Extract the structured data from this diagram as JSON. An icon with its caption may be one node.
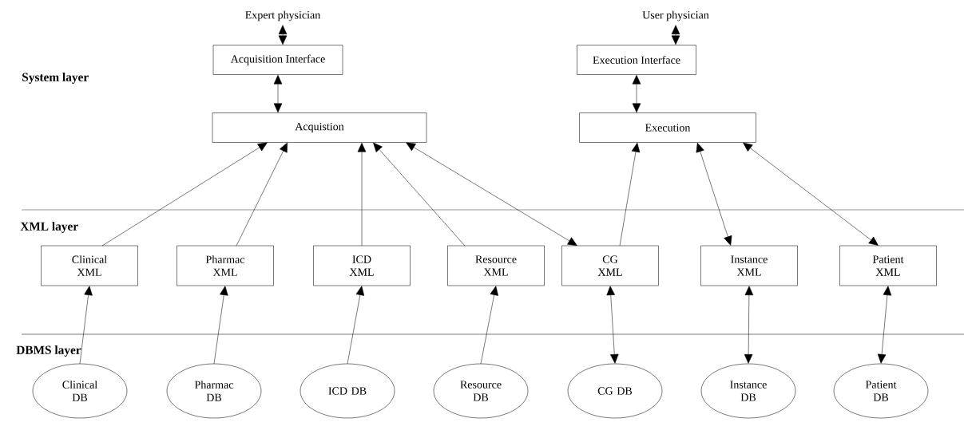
{
  "diagram": {
    "nodes": [
      {
        "text": [
          "Expert physician"
        ]
      },
      {
        "text": [
          "User physician"
        ]
      },
      {
        "text": [
          "Acquisition Interface"
        ]
      },
      {
        "text": [
          "Execution Interface"
        ]
      },
      {
        "text": [
          "Acquistion"
        ]
      },
      {
        "text": [
          "Execution"
        ]
      },
      {
        "text": [
          "Clinical XML"
        ]
      },
      {
        "text": [
          "Pharmac XML"
        ]
      },
      {
        "text": [
          "ICD XML"
        ]
      },
      {
        "text": [
          "Resource XML"
        ]
      },
      {
        "text": [
          "CG XML"
        ]
      },
      {
        "text": [
          "Instance XML"
        ]
      },
      {
        "text": [
          "Patient XML"
        ]
      },
      {
        "text": [
          "Clinical DB"
        ]
      },
      {
        "text": [
          "Pharmac DB"
        ]
      },
      {
        "text": [
          "ICD DB"
        ]
      },
      {
        "text": [
          "Resource DB"
        ]
      },
      {
        "text": [
          "CG DB"
        ]
      },
      {
        "text": [
          "Instance DB"
        ]
      },
      {
        "text": [
          "Patient DB"
        ]
      }
    ],
    "edges": [
      {
        "from": 0,
        "to": 2,
        "arrow": "both"
      },
      {
        "from": 2,
        "to": 4,
        "arrow": "both"
      },
      {
        "from": 1,
        "to": 3,
        "arrow": "both"
      },
      {
        "from": 3,
        "to": 5,
        "arrow": "both"
      },
      {
        "from": 6,
        "to": 4,
        "arrow": "to"
      },
      {
        "from": 7,
        "to": 4,
        "arrow": "to"
      },
      {
        "from": 8,
        "to": 4,
        "arrow": "to"
      },
      {
        "from": 9,
        "to": 4,
        "arrow": "to"
      },
      {
        "from": 4,
        "to": 10,
        "arrow": "both"
      },
      {
        "from": 10,
        "to": 5,
        "arrow": "to"
      },
      {
        "from": 5,
        "to": 11,
        "arrow": "both"
      },
      {
        "from": 5,
        "to": 12,
        "arrow": "both"
      },
      {
        "from": 13,
        "to": 6,
        "arrow": "to"
      },
      {
        "from": 14,
        "to": 7,
        "arrow": "to"
      },
      {
        "from": 15,
        "to": 8,
        "arrow": "to"
      },
      {
        "from": 16,
        "to": 9,
        "arrow": "to"
      },
      {
        "from": 17,
        "to": 10,
        "arrow": "both"
      },
      {
        "from": 18,
        "to": 11,
        "arrow": "both"
      },
      {
        "from": 19,
        "to": 12,
        "arrow": "both"
      }
    ],
    "labels": [
      "System layer",
      "XML layer",
      "DBMS layer"
    ]
  }
}
